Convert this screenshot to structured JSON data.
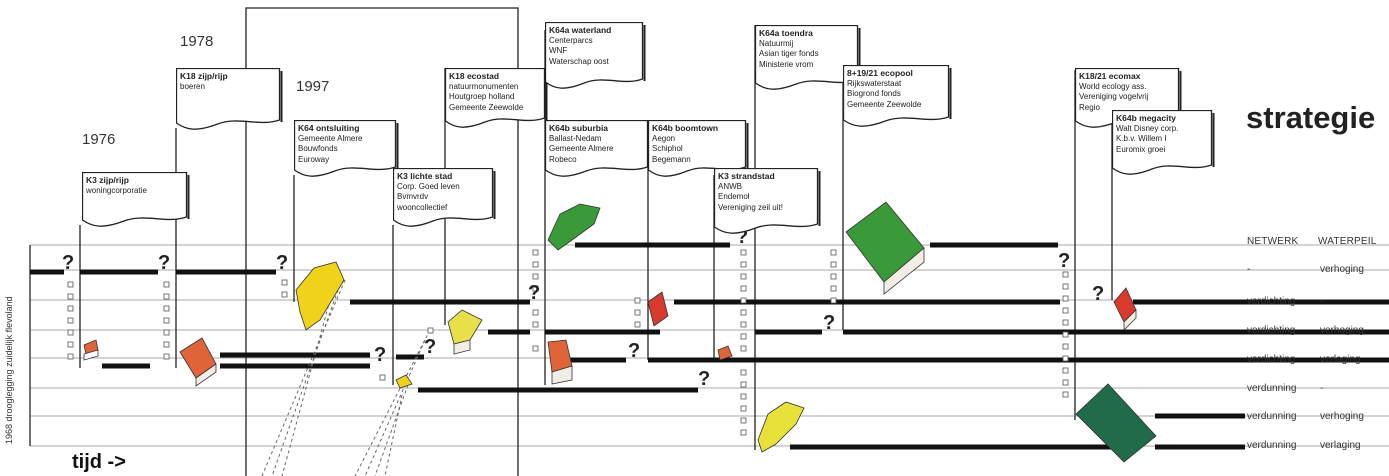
{
  "years": [
    "1978",
    "1997",
    "1976"
  ],
  "title": "strategie",
  "columns": [
    "NETWERK",
    "WATERPEIL"
  ],
  "rows": [
    {
      "netwerk": "-",
      "waterpeil": "verhoging"
    },
    {
      "netwerk": "verdichting",
      "waterpeil": "-"
    },
    {
      "netwerk": "verdichting",
      "waterpeil": "verhoging"
    },
    {
      "netwerk": "verdichting",
      "waterpeil": "verlaging"
    },
    {
      "netwerk": "verdunning",
      "waterpeil": "-"
    },
    {
      "netwerk": "verdunning",
      "waterpeil": "verhoging"
    },
    {
      "netwerk": "verdunning",
      "waterpeil": "verlaging"
    }
  ],
  "side_label": "1968 drooglegging zuidelijk flevoland",
  "time_label": "tijd ->",
  "question_mark": "?",
  "cards": [
    {
      "title": "K3 zijp/rijp",
      "lines": [
        "woningcorporatie"
      ]
    },
    {
      "title": "K18 zijp/rijp",
      "lines": [
        "boeren"
      ]
    },
    {
      "title": "K64 ontsluiting",
      "lines": [
        "Gemeente Almere",
        "Bouwfonds",
        "Euroway"
      ]
    },
    {
      "title": "K3 lichte stad",
      "lines": [
        "Corp. Goed leven",
        "Bvmvrdv",
        "wooncollectief"
      ]
    },
    {
      "title": "K18 ecostad",
      "lines": [
        "natuurmonumenten",
        "Houtgroep holland",
        "Gemeente Zeewolde"
      ]
    },
    {
      "title": "K64a waterland",
      "lines": [
        "Centerparcs",
        "WNF",
        "Waterschap oost"
      ]
    },
    {
      "title": "K64b suburbia",
      "lines": [
        "Ballast-Nedam",
        "Gemeente Almere",
        "Robeco"
      ]
    },
    {
      "title": "K64b boomtown",
      "lines": [
        "Aegon",
        "Schiphol",
        "Begemann"
      ]
    },
    {
      "title": "K64a toendra",
      "lines": [
        "Natuurmij",
        "Asian tiger fonds",
        "Ministerie vrom"
      ]
    },
    {
      "title": "K3 strandstad",
      "lines": [
        "ANWB",
        "Endemol",
        "Vereniging zeil uit!"
      ]
    },
    {
      "title": "8+19/21 ecopool",
      "lines": [
        "Rijkswaterstaat",
        "Biogrond fonds",
        "Gemeente Zeewolde"
      ]
    },
    {
      "title": "K18/21 ecomax",
      "lines": [
        "World ecology ass.",
        "Vereniging vogelvrij",
        "Regio"
      ]
    },
    {
      "title": "K64b megacity",
      "lines": [
        "Walt Disney corp.",
        "K.b.v. Willem I",
        "Euromix groei"
      ]
    }
  ],
  "colors": {
    "line": "#111111",
    "grid": "#9a9a9a",
    "green": "#3a9a3a",
    "darkgreen": "#1f6b4a",
    "yellow": "#f0d21a",
    "orange": "#e0643a",
    "red": "#d83a2e",
    "lime": "#e6e23a"
  }
}
